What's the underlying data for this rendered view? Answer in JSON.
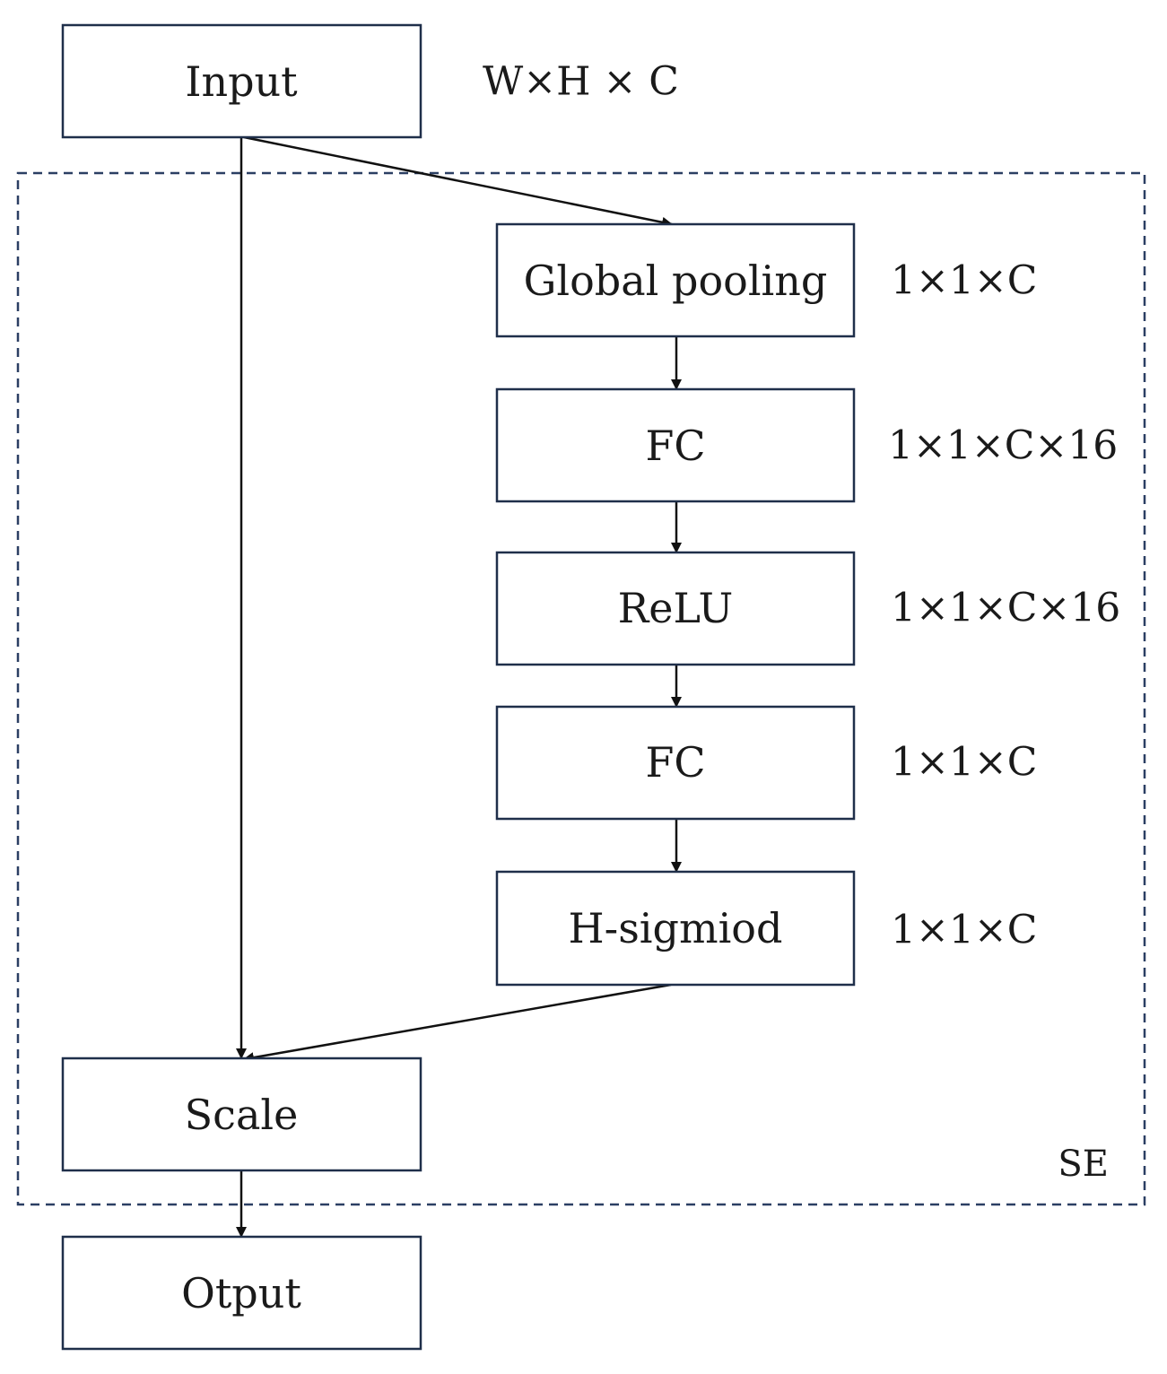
{
  "input": {
    "label": "Input",
    "dims": "W×H × C"
  },
  "se_block": {
    "label": "SE",
    "stages": [
      {
        "label": "Global pooling",
        "dims": "1×1×C"
      },
      {
        "label": "FC",
        "dims": "1×1×C×16"
      },
      {
        "label": "ReLU",
        "dims": "1×1×C×16"
      },
      {
        "label": "FC",
        "dims": "1×1×C"
      },
      {
        "label": "H-sigmiod",
        "dims": "1×1×C"
      }
    ],
    "scale": {
      "label": "Scale"
    }
  },
  "output": {
    "label": "Otput"
  }
}
